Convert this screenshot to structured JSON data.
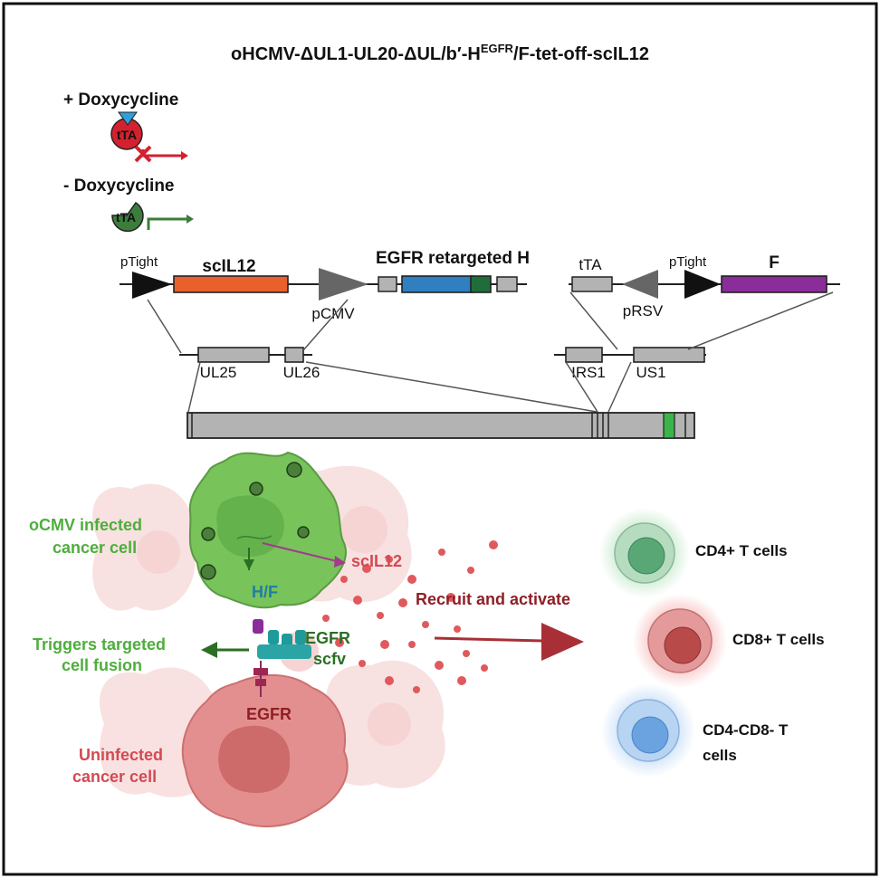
{
  "title": {
    "main": "oHCMV-ΔUL1-UL20-ΔUL/b′-H",
    "superscript": "EGFR",
    "suffix": "/F-tet-off-scIL12"
  },
  "legend": {
    "plus_dox": "+ Doxycycline",
    "minus_dox": "- Doxycycline",
    "tta": "tTA"
  },
  "cassette_left": {
    "ptight": "pTight",
    "scil12": "scIL12",
    "pcmv": "pCMV",
    "egfr_h": "EGFR retargeted H"
  },
  "cassette_right": {
    "tta": "tTA",
    "prsv": "pRSV",
    "ptight": "pTight",
    "f": "F"
  },
  "insertion_sites": {
    "ul25": "UL25",
    "ul26": "UL26",
    "irs1": "IRS1",
    "us1": "US1"
  },
  "cells": {
    "infected_line1": "oCMV infected",
    "infected_line2": "cancer cell",
    "scil12": "scIL12",
    "hf": "H/F",
    "egfr_scfv_1": "EGFR",
    "egfr_scfv_2": "scfv",
    "fusion_line1": "Triggers targeted",
    "fusion_line2": "cell fusion",
    "egfr": "EGFR",
    "uninfected_line1": "Uninfected",
    "uninfected_line2": "cancer cell",
    "recruit": "Recruit and activate"
  },
  "tcells": {
    "cd4": "CD4+ T cells",
    "cd8": "CD8+ T cells",
    "dn_line1": "CD4-CD8- T",
    "dn_line2": "cells"
  },
  "colors": {
    "scil12_gene": "#e8612c",
    "egfr_h_gene": "#2f7fc1",
    "scfv_segment": "#1f6e3a",
    "f_gene": "#8a2d9a",
    "genome_marker": "#3cb44b",
    "infected_cell": "#78c35a",
    "uninfected_cell": "#e48f8f",
    "il12_dots": "#e0595c"
  }
}
